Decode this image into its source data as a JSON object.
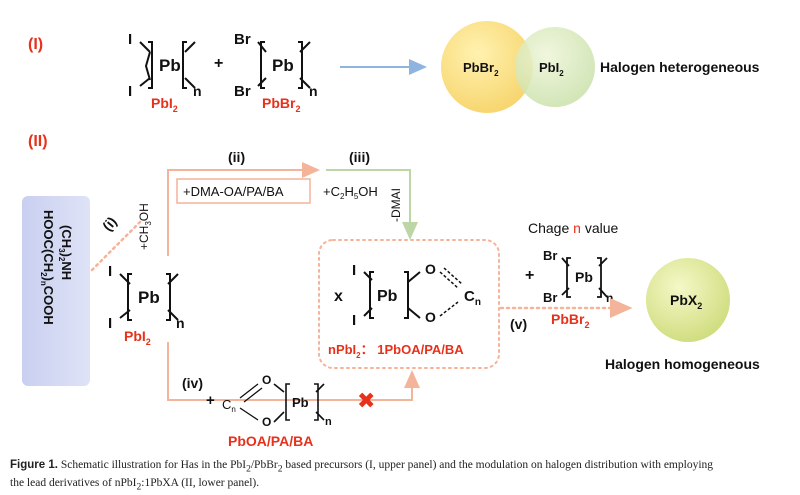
{
  "panel_I": {
    "label": "(I)",
    "pbi2": {
      "x1": "I",
      "x2": "I",
      "metal": "Pb",
      "n": "n",
      "name": "PbI",
      "name_sub": "2"
    },
    "plus": "+",
    "pbbr2": {
      "x1": "Br",
      "x2": "Br",
      "metal": "Pb",
      "n": "n",
      "name": "PbBr",
      "name_sub": "2"
    },
    "venn_left": "PbBr",
    "venn_left_sub": "2",
    "venn_right": "PbI",
    "venn_right_sub": "2",
    "result": "Halogen heterogeneous"
  },
  "panel_II": {
    "label": "(II)",
    "reagent_box": {
      "line1": "HOOC(CH",
      "line1_sub": "2",
      "line1_tail": ")",
      "line1_n": "n",
      "line1_end": "COOH",
      "line2": "(CH",
      "line2_sub": "3",
      "line2_tail": ")",
      "line2_sub2": "2",
      "line2_end": "NH"
    },
    "step_i": "(i)",
    "ch3oh": "+CH",
    "ch3oh_sub": "3",
    "ch3oh_end": "OH",
    "step_ii": "(ii)",
    "dma_box": "+DMA-OA/PA/BA",
    "step_iii": "(iii)",
    "c2h5oh": "+C",
    "c2h5oh_sub1": "2",
    "c2h5oh_mid": "H",
    "c2h5oh_sub2": "5",
    "c2h5oh_end": "OH",
    "dmai": "-DMAI",
    "pbi2": {
      "x1": "I",
      "x2": "I",
      "metal": "Pb",
      "n": "n",
      "name": "PbI",
      "name_sub": "2"
    },
    "complex": {
      "x": "x",
      "x1": "I",
      "x2": "I",
      "metal": "Pb",
      "o1": "O",
      "o2": "O",
      "c": "C",
      "c_sub": "n",
      "ratio": "nPbI",
      "ratio_sub": "2",
      "ratio_tail": "： 1PbOA/PA/BA"
    },
    "change_n": "Chage ",
    "change_n_red": "n",
    "change_n_tail": " value",
    "plus": "+",
    "pbbr2": {
      "x1": "Br",
      "x2": "Br",
      "metal": "Pb",
      "n": "n",
      "name": "PbBr",
      "name_sub": "2"
    },
    "step_v": "(v)",
    "product": "PbX",
    "product_sub": "2",
    "result": "Halogen homogeneous",
    "step_iv": "(iv)",
    "iv_plus": "+",
    "pboa": {
      "c": "C",
      "c_sub": "n",
      "o1": "O",
      "o2": "O",
      "metal": "Pb",
      "n": "n",
      "name": "PbOA/PA/BA"
    },
    "cross": "✖"
  },
  "caption": {
    "fig": "Figure 1.",
    "part1": "  Schematic illustration for Has in the PbI",
    "s1": "2",
    "part2": "/PbBr",
    "s2": "2",
    "part3": " based precursors (I, upper panel) and the modulation on halogen distribution with employing",
    "part4": "the lead derivatives of nPbI",
    "s3": "2",
    "part5": ":1PbXA (II, lower panel)."
  }
}
